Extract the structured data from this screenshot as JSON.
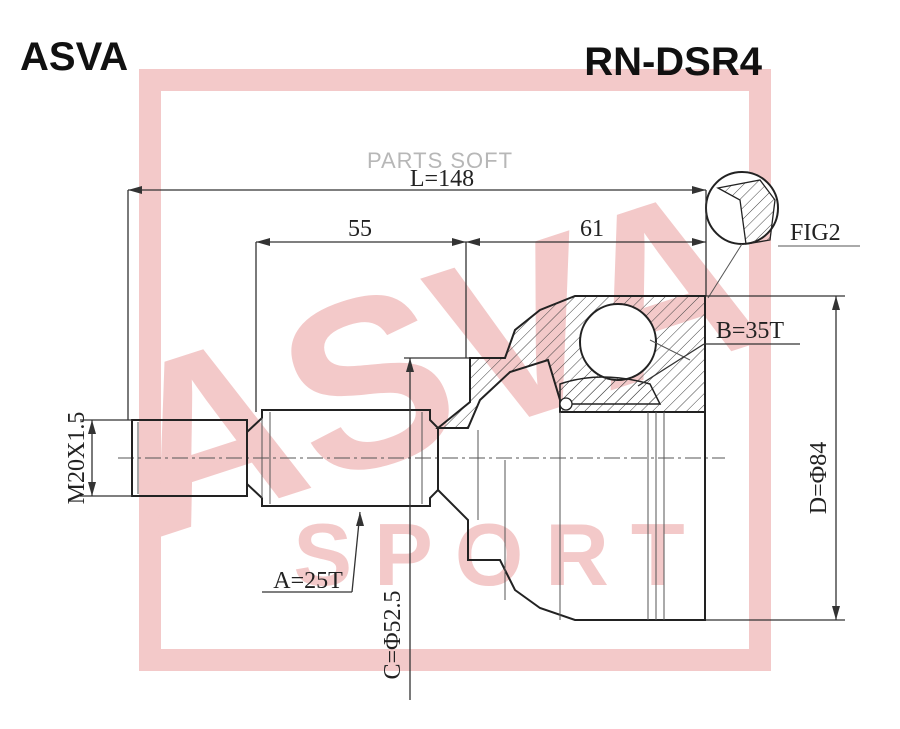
{
  "header": {
    "brand": "ASVA",
    "part_number": "RN-DSR4"
  },
  "watermark": {
    "logo_text": "ASVA",
    "sub_text": "SPORT",
    "site_label": "PARTS SOFT",
    "color": "#f3c9c9"
  },
  "dimensions": {
    "length_total": "L=148",
    "length_shaft": "55",
    "length_body": "61",
    "thread": "M20X1.5",
    "spline_outer": "A=25T",
    "spline_inner": "B=35T",
    "diameter_seal": "C=Φ52.5",
    "diameter_body": "D=Φ84",
    "detail_label": "FIG2"
  },
  "colors": {
    "line": "#333333",
    "watermark": "#f3c9c9"
  }
}
